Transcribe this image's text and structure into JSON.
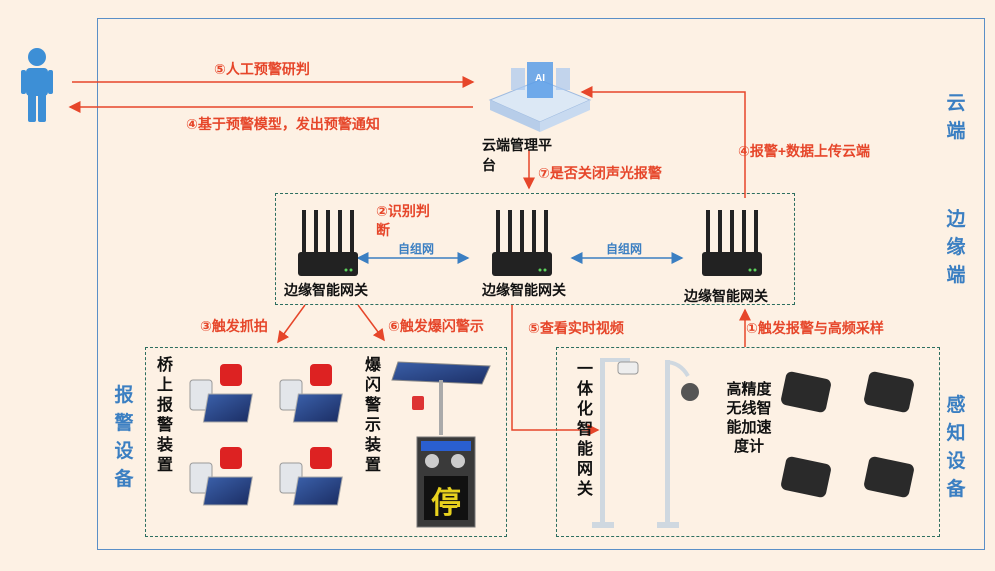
{
  "layers": {
    "cloud": "云端",
    "edge": "边缘端",
    "alarm": "报警设备",
    "sense": "感知设备"
  },
  "cloud_platform": {
    "label_line1": "云端管理平",
    "label_line2": "台",
    "badge": "AI"
  },
  "gateways": [
    {
      "label": "边缘智能网关"
    },
    {
      "label": "边缘智能网关"
    },
    {
      "label": "边缘智能网关"
    }
  ],
  "self_network": [
    "自组网",
    "自组网"
  ],
  "steps": {
    "manual_judge": "⑤人工预警研判",
    "send_notice": "④基于预警模型，发出预警通知",
    "close_alarm": "⑦是否关闭声光报警",
    "upload": "④报警+数据上传云端",
    "identify_1": "②识别判",
    "identify_2": "断",
    "capture": "③触发抓拍",
    "flash": "⑥触发爆闪警示",
    "view_video": "⑤查看实时视频",
    "trigger_sample": "①触发报警与高频采样"
  },
  "devices": {
    "bridge_alarm": "桥上报警装置",
    "flash_alarm": "爆闪警示装置",
    "stop_sign": "停",
    "camera_gateway": "一体化智能网关",
    "accelerometer": "高精度无线智能加速度计"
  },
  "colors": {
    "accent_red": "#e6462a",
    "frame_blue": "#5b8fc7",
    "dash_green": "#2c6e5f",
    "label_blue": "#3b7fc2"
  }
}
